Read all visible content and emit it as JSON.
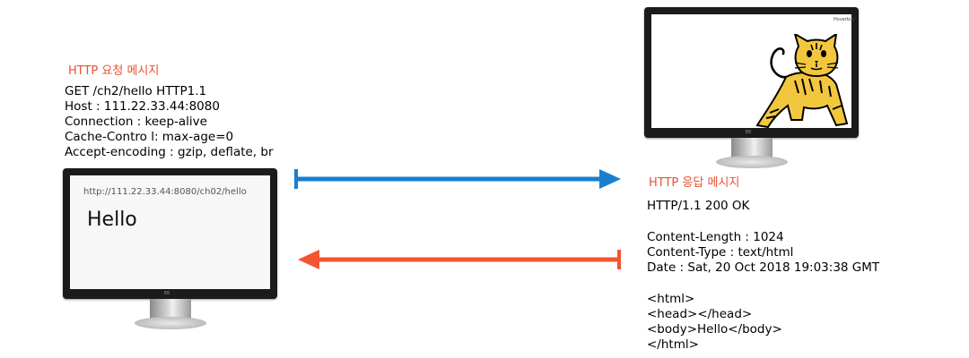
{
  "request": {
    "title": "HTTP 요청 메시지",
    "lines": [
      "GET /ch2/hello HTTP1.1",
      "Host : 111.22.33.44:8080",
      "Connection : keep-alive",
      "Cache-Contro l: max-age=0",
      "Accept-encoding : gzip, deflate, br"
    ]
  },
  "client_monitor": {
    "url": "http://111.22.33.44:8080/ch02/hello",
    "content": "Hello",
    "badge": "EK"
  },
  "server_monitor": {
    "badge": "EK",
    "corner_brand": "Hoverbuy",
    "image": "tomcat-logo"
  },
  "response": {
    "title": "HTTP 응답 메시지",
    "status_line": "HTTP/1.1 200 OK",
    "headers": [
      "Content-Length : 1024",
      "Content-Type : text/html",
      "Date : Sat, 20 Oct 2018 19:03:38 GMT"
    ],
    "body": [
      "<html>",
      "<head></head>",
      "<body>Hello</body>",
      "</html>"
    ]
  },
  "colors": {
    "request_arrow": "#1a7fd0",
    "response_arrow": "#f2552f",
    "title_red": "#e8502f"
  }
}
